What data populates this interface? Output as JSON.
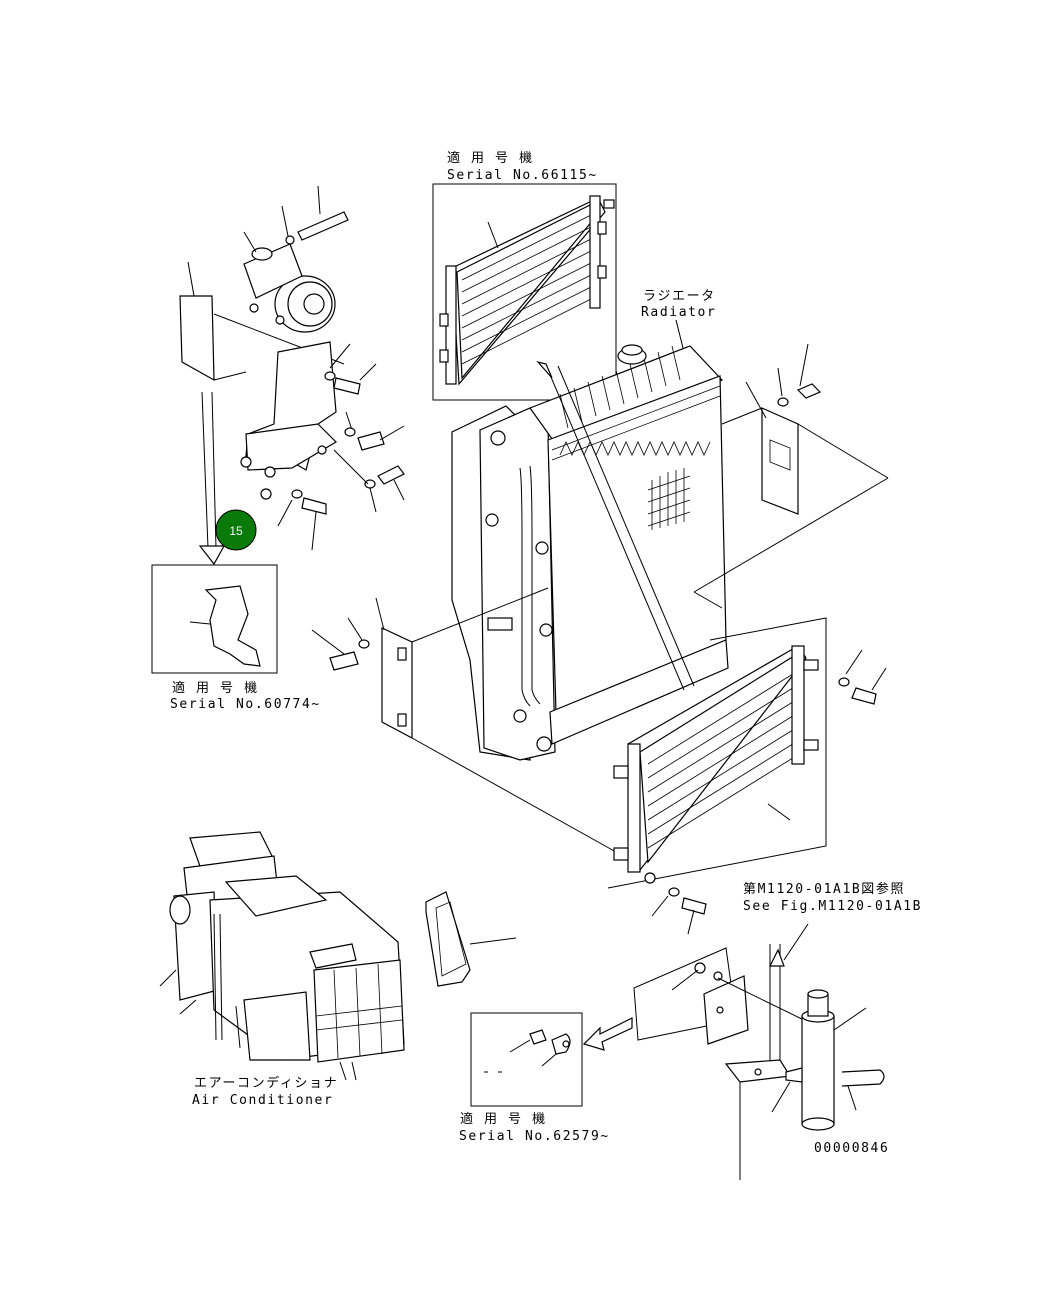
{
  "labels": {
    "serial_66115_jp": "適 用 号 機",
    "serial_66115_en": "Serial No.66115~",
    "radiator_jp": "ラジエータ",
    "radiator_en": "Radiator",
    "serial_60774_jp": "適 用 号 機",
    "serial_60774_en": "Serial No.60774~",
    "ref_fig_jp": "第M1120-01A1B図参照",
    "ref_fig_en": "See Fig.M1120-01A1B",
    "aircon_jp": "エアーコンディショナ",
    "aircon_en": "Air Conditioner",
    "serial_62579_jp": "適 用 号 機",
    "serial_62579_en": "Serial No.62579~",
    "drawing_number": "00000846"
  },
  "callout": {
    "number": "15",
    "color": "#0a7a0a"
  }
}
